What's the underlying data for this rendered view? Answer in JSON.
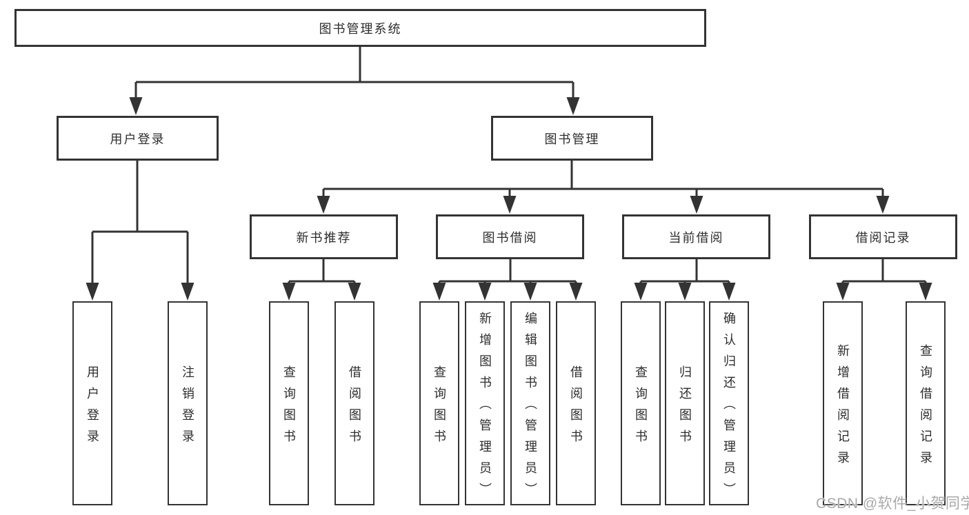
{
  "colors": {
    "line": "#333333",
    "box_border": "#333333",
    "text": "#2d2d2d",
    "background": "#ffffff",
    "watermark": "#a9a9a9"
  },
  "diagram": {
    "title": "图书管理系统",
    "root": {
      "label": "图书管理系统"
    },
    "level2": [
      {
        "label": "用户登录"
      },
      {
        "label": "图书管理"
      }
    ],
    "level3": [
      {
        "label": "新书推荐",
        "parent": "图书管理"
      },
      {
        "label": "图书借阅",
        "parent": "图书管理"
      },
      {
        "label": "当前借阅",
        "parent": "图书管理"
      },
      {
        "label": "借阅记录",
        "parent": "图书管理"
      }
    ],
    "leaves": [
      {
        "label": "用户登录",
        "parent": "用户登录"
      },
      {
        "label": "注销登录",
        "parent": "用户登录"
      },
      {
        "label": "查询图书",
        "parent": "新书推荐"
      },
      {
        "label": "借阅图书",
        "parent": "新书推荐"
      },
      {
        "label": "查询图书",
        "parent": "图书借阅"
      },
      {
        "label": "新增图书（管理员）",
        "parent": "图书借阅"
      },
      {
        "label": "编辑图书（管理员）",
        "parent": "图书借阅"
      },
      {
        "label": "借阅图书",
        "parent": "图书借阅"
      },
      {
        "label": "查询图书",
        "parent": "当前借阅"
      },
      {
        "label": "归还图书",
        "parent": "当前借阅"
      },
      {
        "label": "确认归还（管理员）",
        "parent": "当前借阅"
      },
      {
        "label": "新增借阅记录",
        "parent": "借阅记录"
      },
      {
        "label": "查询借阅记录",
        "parent": "借阅记录"
      }
    ]
  },
  "watermark": {
    "text": "CSDN @软件_小贺同学"
  }
}
